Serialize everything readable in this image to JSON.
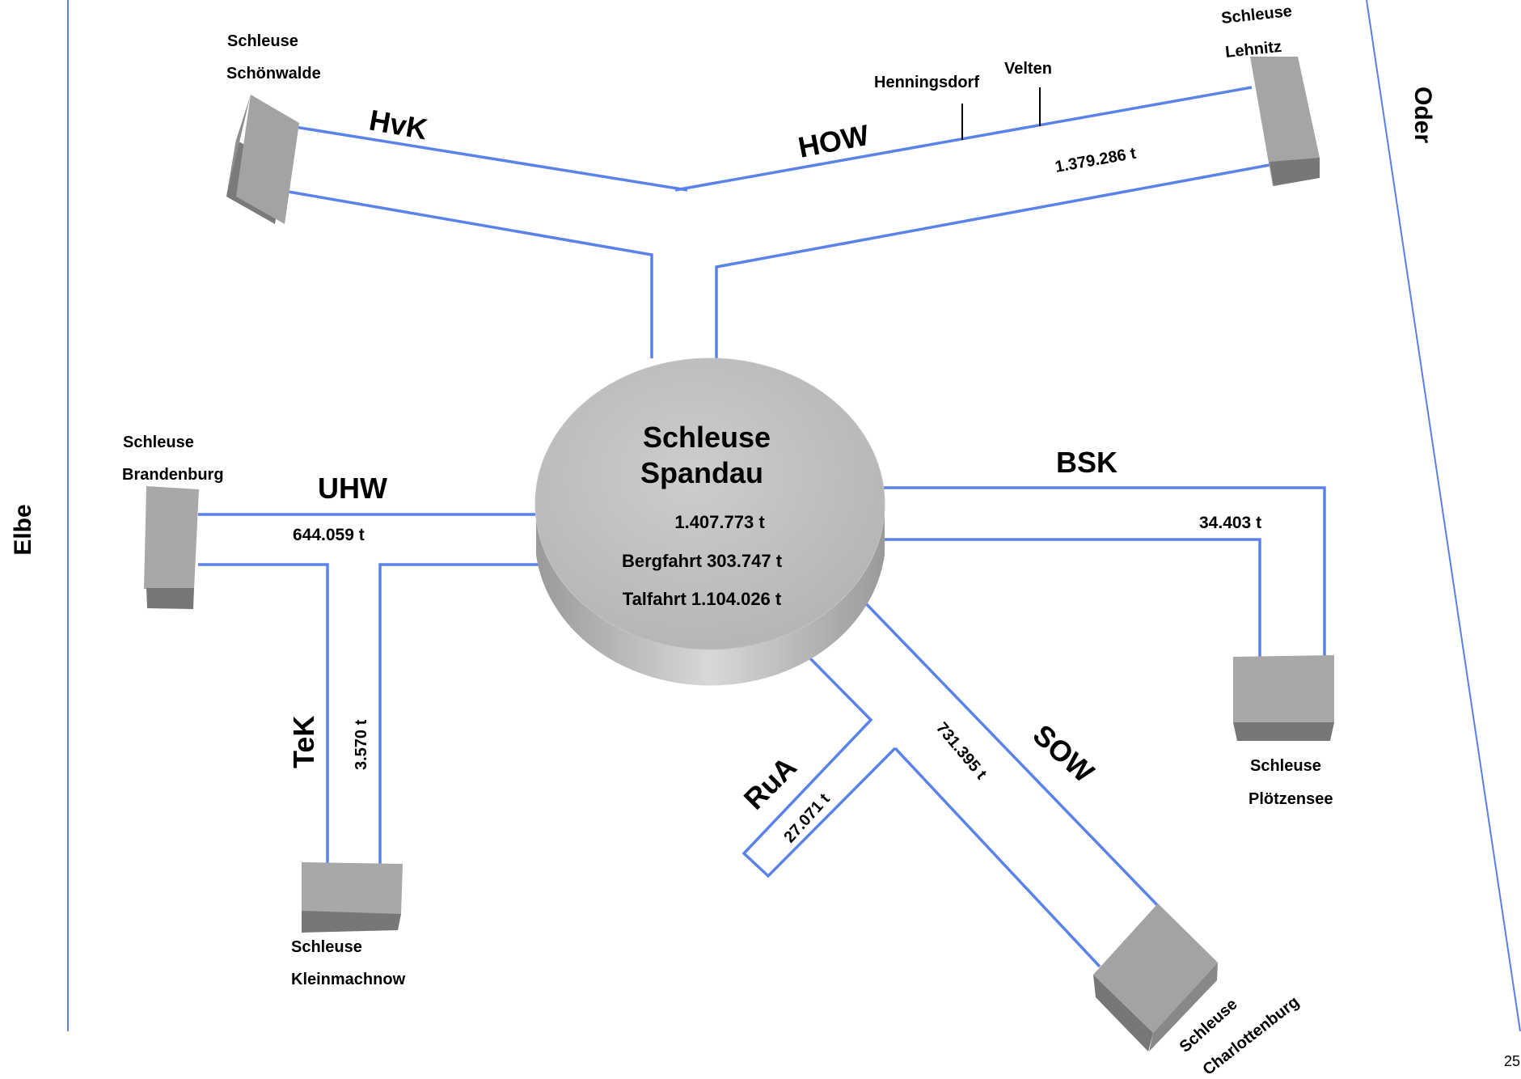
{
  "rivers": {
    "elbe": "Elbe",
    "oder": "Oder"
  },
  "central_lock": {
    "name_line1": "Schleuse",
    "name_line2": "Spandau",
    "total": "1.407.773 t",
    "upstream": "Bergfahrt 303.747 t",
    "downstream": "Talfahrt 1.104.026 t"
  },
  "locks": {
    "schoenwalde": {
      "line1": "Schleuse",
      "line2": "Schönwalde"
    },
    "lehnitz": {
      "line1": "Schleuse",
      "line2": "Lehnitz"
    },
    "brandenburg": {
      "line1": "Schleuse",
      "line2": "Brandenburg"
    },
    "kleinmachnow": {
      "line1": "Schleuse",
      "line2": "Kleinmachnow"
    },
    "ploetzensee": {
      "line1": "Schleuse",
      "line2": "Plötzensee"
    },
    "charlottenburg": {
      "line1": "Schleuse",
      "line2": "Charlottenburg"
    }
  },
  "waterways": {
    "hvk": "HvK",
    "how": "HOW",
    "uhw": "UHW",
    "tek": "TeK",
    "bsk": "BSK",
    "rua": "RuA",
    "sow": "SOW"
  },
  "places": {
    "henningsdorf": "Henningsdorf",
    "velten": "Velten"
  },
  "tonnages": {
    "how": "1.379.286 t",
    "uhw": "644.059 t",
    "tek": "3.570 t",
    "bsk": "34.403 t",
    "rua": "27.071 t",
    "sow": "731.395 t"
  },
  "page_number": "25",
  "colors": {
    "waterway": "#5b82ea",
    "lock_gray": "#a6a6a6"
  }
}
